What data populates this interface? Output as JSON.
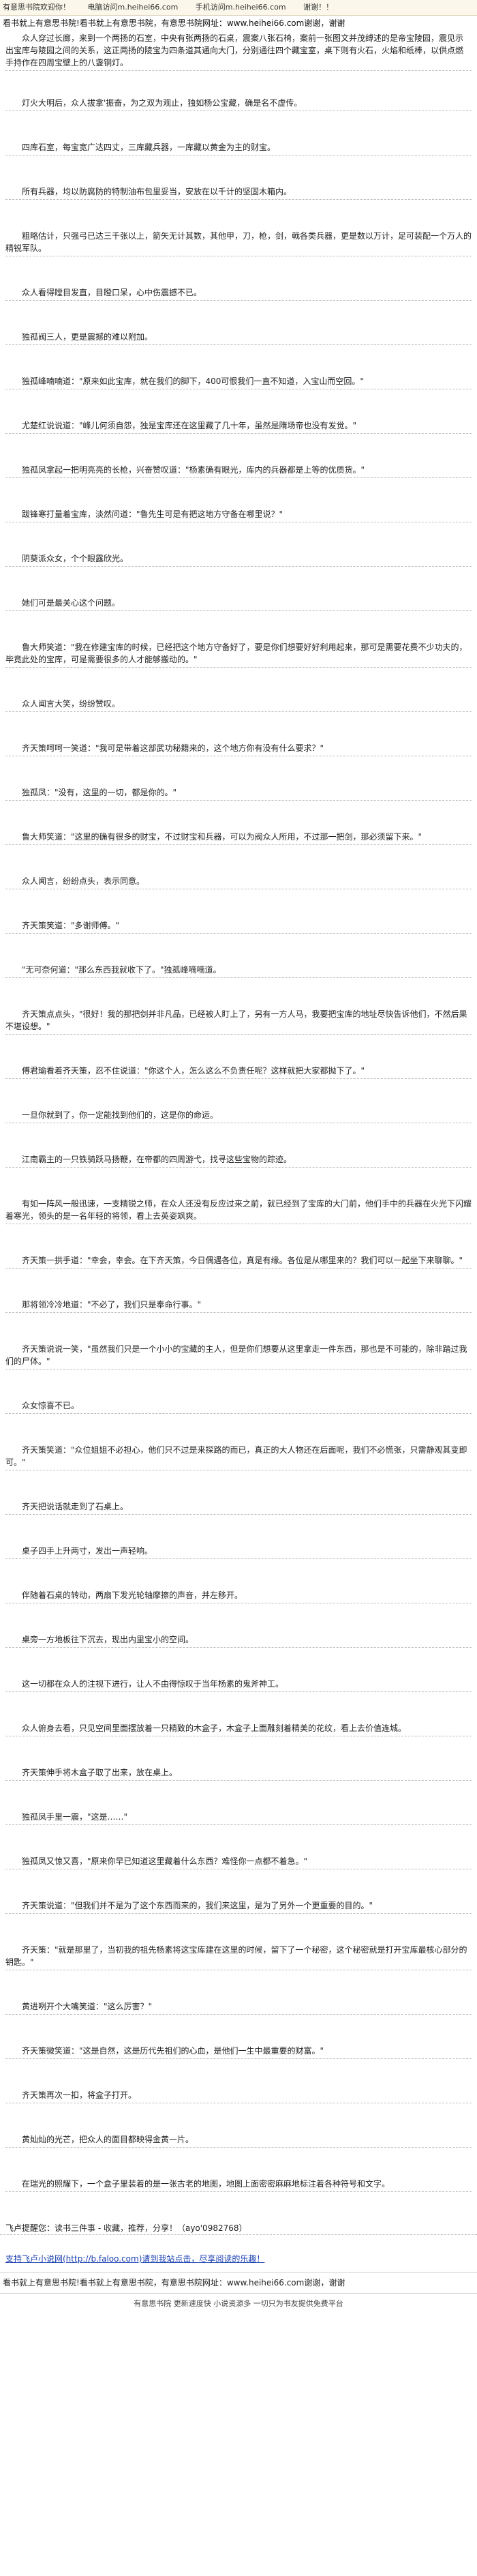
{
  "topbar": {
    "welcome": "有意思书院欢迎你！",
    "phone_label": "电脑访问m.heihei66.com",
    "mobile_label": "手机访问m.heihei66.com",
    "thanks": "谢谢！！"
  },
  "banner": {
    "line1": "看书就上有意思书院!看书就上有意思书院，有意思书院网址：www.heihei66.com谢谢，谢谢",
    "line2": "众人穿过长廊，来到一个两扬的石室，中央有张两扬的石桌，震案八张石椅，案前一张",
    "line3": "图文并茂缚述的是帝宝陵园，震见示出宝库与陵园之间的关系，这正两扬的陵宝为四条",
    "line4": "道其通向大门，分别通往四个藏宝室，桌下则有火石，火焰和纸棒，以供点燃手持作在四",
    "line5": "周宝壁上的八盏铜灯。"
  },
  "paragraphs": [
    "灯火大明后，众人拔拿'振奋，为之双为观止，独如杨公宝藏，确是名不虚传。",
    "四库石室，每宝宽广达四丈，三库藏兵器，一库藏以黄金为主的财宝。",
    "所有兵器，均以防腐防的特制油布包里妥当，安放在以千计的坚固木箱内。",
    "粗略估计，只强弓已达三千张以上，箭矢无计其数，其他甲，刀，枪，剑，戟各类兵器，更是数以万计，足可装配一个万人的精锐军队。",
    "众人看得瞠目发直，目瞪口呆，心中伤震撼不已。",
    "独孤阀三人，更是震撼的难以附加。",
    "独孤峰喃喃道：\"原来如此宝库，就在我们的脚下，400可恨我们一直不知道，入宝山而空回。\"",
    "尤楚红说说道：\"峰儿何须自怨，独是宝库还在这里藏了几十年，虽然是隋场帝也没有发觉。\"",
    "独孤凤拿起一把明亮亮的长枪，兴奋赞叹道：\"杨素确有眼光，库内的兵器都是上等的优质货。\"",
    "跋锋寒打量着宝库，淡然问道：\"鲁先生可是有把这地方守备在哪里说？\"",
    "阴葵派众女，个个眼露欣光。",
    "她们可是最关心这个问题。",
    "鲁大师笑道：\"我在修建宝库的时候，已经把这个地方守备好了，要是你们想要好好利用起来，那可是需要花费不少功夫的，毕竟此处的宝库，可是需要很多的人才能够搬动的。\"",
    "众人闻言大笑，纷纷赞叹。",
    "齐天策呵呵一笑道：\"我可是带着这部武功秘籍来的，这个地方你有没有什么要求？\"",
    "独孤凤：\"没有，这里的一切，都是你的。\"",
    "鲁大师笑道：\"这里的确有很多的财宝，不过财宝和兵器，可以为阀众人所用，不过那一把剑，那必须留下来。\"",
    "众人闻言，纷纷点头，表示同意。",
    "齐天策笑道：\"多谢师傅。\"",
    "\"无可奈何道：\"那么东西我就收下了。\"独孤峰嘀嘀道。",
    "齐天策点点头，\"很好！我的那把剑并非凡品，已经被人盯上了，另有一方人马，我要把宝库的地址尽快告诉他们，不然后果不堪设想。\"",
    "傅君瑜看着齐天策，忍不住说道：\"你这个人，怎么这么不负责任呢？这样就把大家都抛下了。\"",
    "一旦你就到了，你一定能找到他们的，这是你的命运。",
    "江南霸主的一只铁骑跃马扬鞭，在帝都的四周游弋，找寻这些宝物的踪迹。",
    "有如一阵风一般迅速，一支精锐之师，在众人还没有反应过来之前，就已经到了宝库的大门前，他们手中的兵器在火光下闪耀着寒光，领头的是一名年轻的将领，看上去英姿飒爽。",
    "齐天策一拱手道：\"幸会，幸会。在下齐天策，今日偶遇各位，真是有缘。各位是从哪里来的？我们可以一起坐下来聊聊。\"",
    "那将领冷冷地道：\"不必了，我们只是奉命行事。\"",
    "齐天策说说一笑，\"虽然我们只是一个小小的宝藏的主人，但是你们想要从这里拿走一件东西，那也是不可能的，除非踏过我们的尸体。\"",
    "众女惊喜不已。",
    "齐天策笑道：\"众位姐姐不必担心，他们只不过是来探路的而已，真正的大人物还在后面呢，我们不必慌张，只需静观其变即可。\"",
    "齐天把说话就走到了石桌上。",
    "桌子四手上升两寸，发出一声轻响。",
    "伴随着石桌的转动，两扇下发光轮轴摩擦的声音，并左移开。",
    "桌旁一方地板往下沉去，现出内里宝小的空间。",
    "这一切都在众人的注视下进行，让人不由得惊叹于当年杨素的鬼斧神工。",
    "众人俯身去看，只见空间里面摆放着一只精致的木盒子，木盒子上面雕刻着精美的花纹，看上去价值连城。",
    "齐天策伸手将木盒子取了出来，放在桌上。",
    "独孤凤手里一震，\"这是……\"",
    "独孤凤又惊又喜，\"原来你早已知道这里藏着什么东西？难怪你一点都不着急。\"",
    "齐天策说道：\"但我们并不是为了这个东西而来的，我们来这里，是为了另外一个更重要的目的。\"",
    "齐天策：\"就是那里了，当初我的祖先杨素将这宝库建在这里的时候，留下了一个秘密，这个秘密就是打开宝库最核心部分的钥匙。\"",
    "黄进咧开个大嘴笑道：\"这么厉害？\"",
    "齐天策微笑道：\"这是自然，这是历代先祖们的心血，是他们一生中最重要的财富。\"",
    "齐天策再次一扣，将盒子打开。",
    "黄灿灿的光芒，把众人的面目都映得金黄一片。",
    "在瑞光的照耀下，一个盒子里装着的是一张古老的地图，地图上面密密麻麻地标注着各种符号和文字。"
  ],
  "footer": {
    "note": "飞卢提醒您：读书三件事 - 收藏，推荐，分享！（ayo'0982768）",
    "support_text": "支持飞卢小说网(http://b.faloo.com)请到我站点击，尽享阅读的乐趣！",
    "bottom_banner": "看书就上有意思书院!看书就上有意思书院，有意思书院网址：www.heihei66.com谢谢，谢谢",
    "bottom_tag": "有意思书院 更新速度快 小说资源多 一切只为书友提供免费平台"
  }
}
